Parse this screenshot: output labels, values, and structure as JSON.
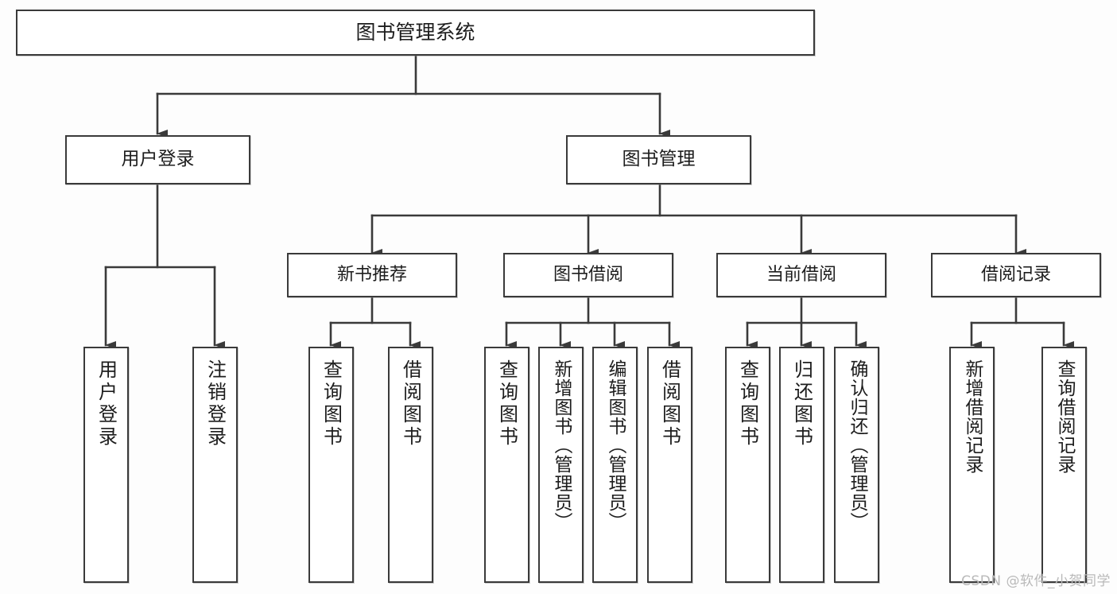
{
  "diagram": {
    "type": "tree-hierarchy",
    "title": "图书管理系统",
    "root": {
      "label": "图书管理系统"
    },
    "level1": [
      {
        "label": "用户登录"
      },
      {
        "label": "图书管理"
      }
    ],
    "level2": [
      {
        "label": "新书推荐"
      },
      {
        "label": "图书借阅"
      },
      {
        "label": "当前借阅"
      },
      {
        "label": "借阅记录"
      }
    ],
    "leaves": {
      "user_login": [
        {
          "label": "用户登录"
        },
        {
          "label": "注销登录"
        }
      ],
      "new_book_recommend": [
        {
          "label": "查询图书"
        },
        {
          "label": "借阅图书"
        }
      ],
      "book_borrow": [
        {
          "label": "查询图书"
        },
        {
          "label": "新增图书（管理员）"
        },
        {
          "label": "编辑图书（管理员）"
        },
        {
          "label": "借阅图书"
        }
      ],
      "current_borrow": [
        {
          "label": "查询图书"
        },
        {
          "label": "归还图书"
        },
        {
          "label": "确认归还（管理员）"
        }
      ],
      "borrow_record": [
        {
          "label": "新增借阅记录"
        },
        {
          "label": "查询借阅记录"
        }
      ]
    }
  },
  "watermark": {
    "text": "CSDN @软件_小贺同学"
  },
  "colors": {
    "border": "#3a3a3a",
    "text": "#1d1d1d",
    "background": "#fdfdfd",
    "watermark": "#b9b9b9"
  }
}
